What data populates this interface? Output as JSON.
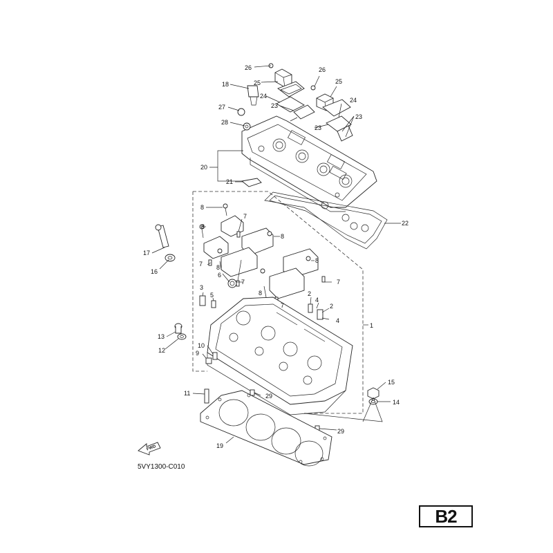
{
  "diagram": {
    "code": "5VY1300-C010",
    "fwd_label": "FWD",
    "page_badge": "B2",
    "callouts": {
      "c26a": "26",
      "c26b": "26",
      "c25a": "25",
      "c25b": "25",
      "c18": "18",
      "c24a": "24",
      "c24b": "24",
      "c23a": "23",
      "c23b": "23",
      "c23c": "23",
      "c27": "27",
      "c28": "28",
      "c20": "20",
      "c21": "21",
      "c22": "22",
      "c8a": "8",
      "c8b": "8",
      "c8c": "8",
      "c8d": "8",
      "c8e": "8",
      "c8f": "8",
      "c7a": "7",
      "c7b": "7",
      "c7c": "7",
      "c7d": "7",
      "c7e": "7",
      "c17": "17",
      "c16": "16",
      "c6": "6",
      "c3": "3",
      "c5": "5",
      "c2a": "2",
      "c2b": "2",
      "c4a": "4",
      "c4b": "4",
      "c1": "1",
      "c13": "13",
      "c12": "12",
      "c10": "10",
      "c9": "9",
      "c15": "15",
      "c14": "14",
      "c11": "11",
      "c29a": "29",
      "c29b": "29",
      "c19": "19"
    }
  }
}
